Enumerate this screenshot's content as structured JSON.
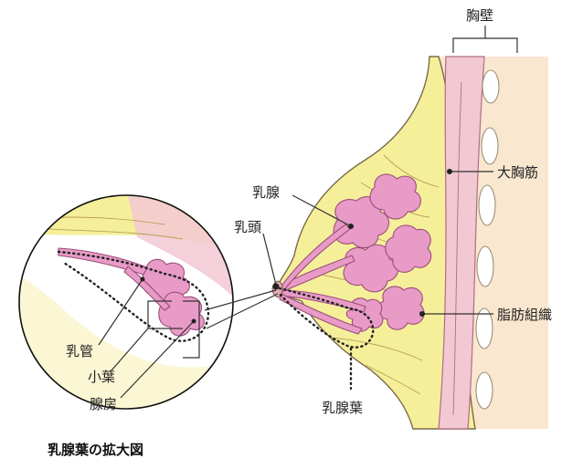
{
  "labels": {
    "chest_wall": "胸壁",
    "pectoralis_major": "大胸筋",
    "mammary_gland": "乳腺",
    "nipple": "乳頭",
    "fat_tissue": "脂肪組織",
    "mammary_lobe": "乳腺葉",
    "lactiferous_duct": "乳管",
    "lobule": "小葉",
    "alveoli": "腺房"
  },
  "caption": "乳腺葉の拡大図",
  "colors": {
    "fat": "#f6ef9a",
    "muscle": "#f2c8d3",
    "gland": "#e79bc6",
    "skin": "#f9e7cf"
  }
}
